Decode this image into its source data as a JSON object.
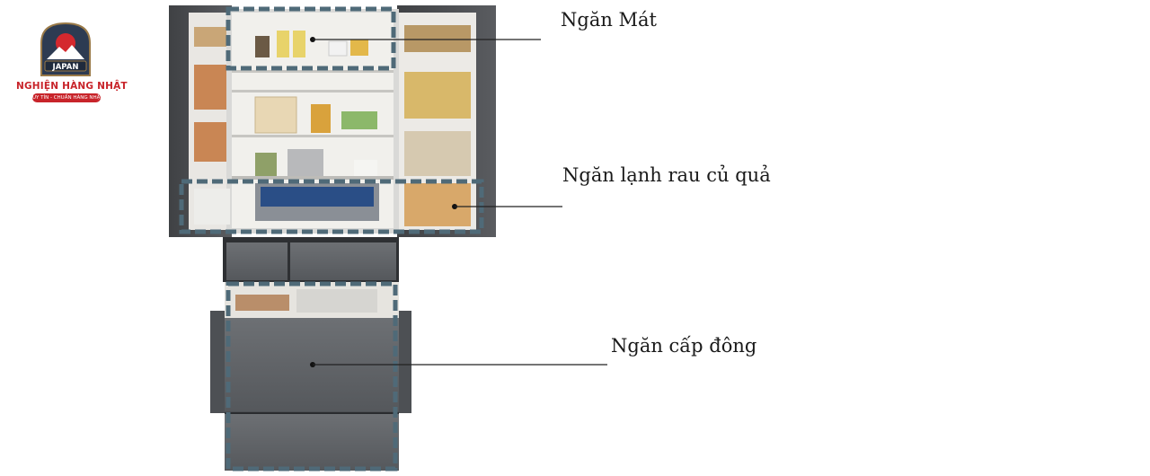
{
  "logo": {
    "badge_text": "JAPAN",
    "brand": "NGHIỆN HÀNG NHẬT",
    "slogan": "UY TÍN - CHUẨN HÀNG NHẬT"
  },
  "callouts": [
    {
      "id": "fridge-compartment",
      "label": "Ngăn Mát"
    },
    {
      "id": "vegetable-compartment",
      "label": "Ngăn lạnh rau củ quả"
    },
    {
      "id": "freezer-compartment",
      "label": "Ngăn cấp đông"
    }
  ],
  "colors": {
    "dash_outline": "#4f6a78",
    "brand_red": "#c8242a",
    "fridge_body": "#4b4d50",
    "leader_line": "#222222"
  }
}
